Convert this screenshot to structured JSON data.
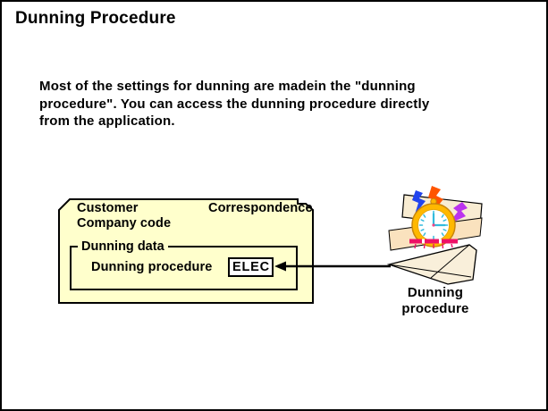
{
  "page": {
    "title": "Dunning Procedure",
    "background": "#FFFFFF",
    "border_color": "#000000"
  },
  "body": {
    "lines": [
      "Most of the settings for dunning are madein the \"dunning",
      "procedure\". You can access the dunning procedure directly",
      "from the application."
    ]
  },
  "form_panel": {
    "fill": "#FFFFCC",
    "labels": {
      "customer": "Customer",
      "correspondence": "Correspondence",
      "company_code": "Company code"
    },
    "group": {
      "label": "Dunning data",
      "field_label": "Dunning procedure",
      "field_value": "ELEC"
    }
  },
  "illustration": {
    "caption_line1": "Dunning",
    "caption_line2": "procedure",
    "colors": {
      "envelope": "#F9EFDA",
      "envelope_flap": "#F8ECD2",
      "envelope_inner": "#FAE2BE",
      "clock_ring": "#FFB800",
      "clock_ring_edge": "#C8860B",
      "clock_face": "#FFFFFF",
      "clock_ticks": "#33BBDD",
      "band_pink": "#EE1166",
      "bolt_blue": "#2244EE",
      "bolt_orange": "#FF5500",
      "bolt_purple": "#BB33EE"
    }
  }
}
